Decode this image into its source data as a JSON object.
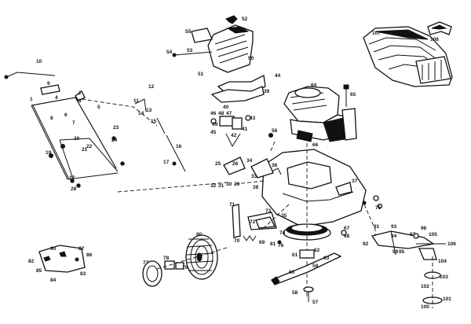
{
  "diagram": {
    "labels": [
      {
        "id": "1",
        "text": "1"
      },
      {
        "id": "2",
        "text": "2"
      },
      {
        "id": "3",
        "text": "3"
      },
      {
        "id": "4",
        "text": "4"
      },
      {
        "id": "5",
        "text": "5"
      },
      {
        "id": "6",
        "text": "6"
      },
      {
        "id": "7",
        "text": "7"
      },
      {
        "id": "8",
        "text": "8"
      },
      {
        "id": "9",
        "text": "9"
      },
      {
        "id": "10",
        "text": "10"
      },
      {
        "id": "11",
        "text": "11"
      },
      {
        "id": "12",
        "text": "12"
      },
      {
        "id": "13",
        "text": "13"
      },
      {
        "id": "14",
        "text": "14"
      },
      {
        "id": "15",
        "text": "15"
      },
      {
        "id": "16",
        "text": "16"
      },
      {
        "id": "17",
        "text": "17"
      },
      {
        "id": "19",
        "text": "19"
      },
      {
        "id": "20",
        "text": "20"
      },
      {
        "id": "21",
        "text": "21"
      },
      {
        "id": "22",
        "text": "22"
      },
      {
        "id": "23",
        "text": "23"
      },
      {
        "id": "24",
        "text": "24"
      },
      {
        "id": "25",
        "text": "25"
      },
      {
        "id": "26",
        "text": "26"
      },
      {
        "id": "27",
        "text": "27"
      },
      {
        "id": "28",
        "text": "28"
      },
      {
        "id": "29",
        "text": "29"
      },
      {
        "id": "30",
        "text": "30"
      },
      {
        "id": "31",
        "text": "31"
      },
      {
        "id": "32",
        "text": "32"
      },
      {
        "id": "33",
        "text": "33"
      },
      {
        "id": "34",
        "text": "34"
      },
      {
        "id": "35",
        "text": "35"
      },
      {
        "id": "36",
        "text": "36"
      },
      {
        "id": "37",
        "text": "37"
      },
      {
        "id": "38",
        "text": "38"
      },
      {
        "id": "39",
        "text": "39"
      },
      {
        "id": "40",
        "text": "40"
      },
      {
        "id": "41",
        "text": "41"
      },
      {
        "id": "42",
        "text": "42"
      },
      {
        "id": "43",
        "text": "43"
      },
      {
        "id": "44",
        "text": "44"
      },
      {
        "id": "45",
        "text": "45"
      },
      {
        "id": "46",
        "text": "46"
      },
      {
        "id": "47",
        "text": "47"
      },
      {
        "id": "48",
        "text": "48"
      },
      {
        "id": "49",
        "text": "49"
      },
      {
        "id": "50",
        "text": "50"
      },
      {
        "id": "51",
        "text": "51"
      },
      {
        "id": "52",
        "text": "52"
      },
      {
        "id": "53",
        "text": "53"
      },
      {
        "id": "54",
        "text": "54"
      },
      {
        "id": "55",
        "text": "55"
      },
      {
        "id": "56",
        "text": "56"
      },
      {
        "id": "57",
        "text": "57"
      },
      {
        "id": "58",
        "text": "58"
      },
      {
        "id": "59",
        "text": "59"
      },
      {
        "id": "60",
        "text": "60"
      },
      {
        "id": "61",
        "text": "61"
      },
      {
        "id": "62",
        "text": "62"
      },
      {
        "id": "63",
        "text": "63"
      },
      {
        "id": "64",
        "text": "64"
      },
      {
        "id": "65",
        "text": "65"
      },
      {
        "id": "66",
        "text": "66"
      },
      {
        "id": "67",
        "text": "67"
      },
      {
        "id": "68",
        "text": "68"
      },
      {
        "id": "69",
        "text": "69"
      },
      {
        "id": "70",
        "text": "70"
      },
      {
        "id": "71",
        "text": "71"
      },
      {
        "id": "72",
        "text": "72"
      },
      {
        "id": "73",
        "text": "73"
      },
      {
        "id": "74",
        "text": "74"
      },
      {
        "id": "75",
        "text": "75"
      },
      {
        "id": "76",
        "text": "76"
      },
      {
        "id": "77",
        "text": "77"
      },
      {
        "id": "78",
        "text": "78"
      },
      {
        "id": "79",
        "text": "79"
      },
      {
        "id": "80",
        "text": "80"
      },
      {
        "id": "81",
        "text": "81"
      },
      {
        "id": "82",
        "text": "82"
      },
      {
        "id": "83",
        "text": "83"
      },
      {
        "id": "84",
        "text": "84"
      },
      {
        "id": "85",
        "text": "85"
      },
      {
        "id": "86",
        "text": "86"
      },
      {
        "id": "87",
        "text": "87"
      },
      {
        "id": "90",
        "text": "90"
      },
      {
        "id": "91",
        "text": "91"
      },
      {
        "id": "92",
        "text": "92"
      },
      {
        "id": "93",
        "text": "93"
      },
      {
        "id": "94",
        "text": "94"
      },
      {
        "id": "95",
        "text": "95"
      },
      {
        "id": "96",
        "text": "96"
      },
      {
        "id": "97",
        "text": "97"
      },
      {
        "id": "99",
        "text": "99"
      },
      {
        "id": "100",
        "text": "100"
      },
      {
        "id": "101",
        "text": "101"
      },
      {
        "id": "102",
        "text": "102"
      },
      {
        "id": "103",
        "text": "103"
      },
      {
        "id": "104",
        "text": "104"
      },
      {
        "id": "105",
        "text": "105"
      },
      {
        "id": "106",
        "text": "106"
      },
      {
        "id": "107",
        "text": "107"
      },
      {
        "id": "108",
        "text": "108"
      }
    ]
  }
}
